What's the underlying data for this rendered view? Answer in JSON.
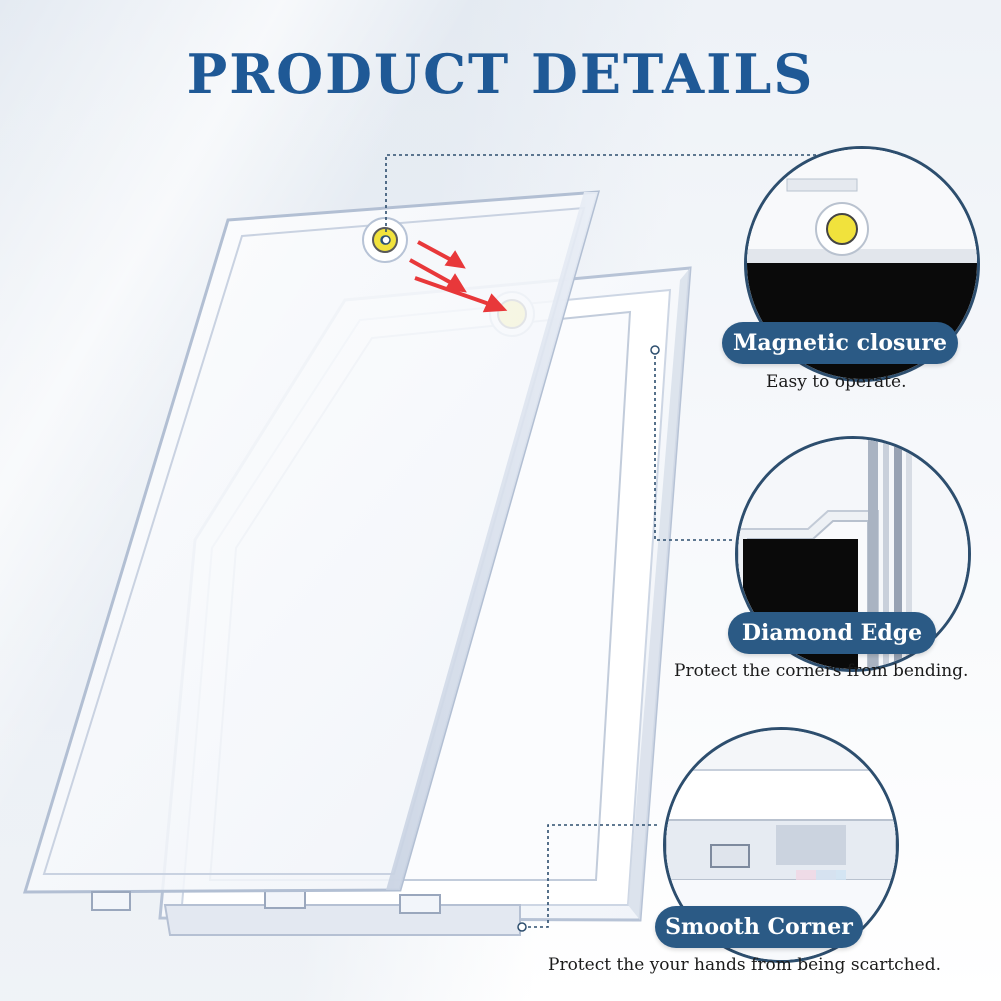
{
  "page": {
    "title": "PRODUCT DETAILS"
  },
  "features": [
    {
      "label": "Magnetic closure",
      "description": "Easy to operate.",
      "icon": "magnet-dot-icon"
    },
    {
      "label": "Diamond Edge",
      "description": "Protect the corners from bending.",
      "icon": "edge-icon"
    },
    {
      "label": "Smooth Corner",
      "description": "Protect the your hands from being scartched.",
      "icon": "corner-icon"
    }
  ],
  "colors": {
    "title": "#1f5996",
    "pill_bg": "#2b5a85",
    "circle_border": "#2d4e6e",
    "magnet": "#f1e23c",
    "arrow": "#e8383a"
  }
}
